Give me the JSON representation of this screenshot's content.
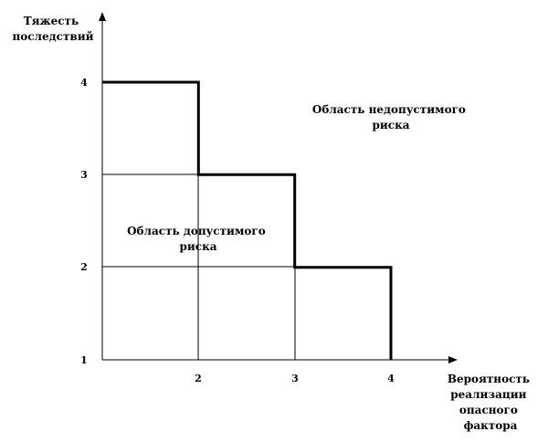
{
  "y_axis_title": [
    "Тяжесть",
    "последствий"
  ],
  "x_axis_title": [
    "Вероятность",
    "реализации",
    "опасного",
    "фактора"
  ],
  "y_ticks": [
    "4",
    "3",
    "2",
    "1"
  ],
  "x_ticks": [
    "2",
    "3",
    "4"
  ],
  "region_unacceptable": [
    "Область недопустимого",
    "риска"
  ],
  "region_acceptable": [
    "Область допустимого",
    "риска"
  ],
  "colors": {
    "axis": "#000000",
    "grid": "#000000",
    "boundary": "#000000"
  },
  "risk_boundary": [
    {
      "x": 1,
      "y": 4
    },
    {
      "x": 2,
      "y": 4
    },
    {
      "x": 2,
      "y": 3
    },
    {
      "x": 3,
      "y": 3
    },
    {
      "x": 3,
      "y": 2
    },
    {
      "x": 4,
      "y": 2
    },
    {
      "x": 4,
      "y": 1
    }
  ]
}
